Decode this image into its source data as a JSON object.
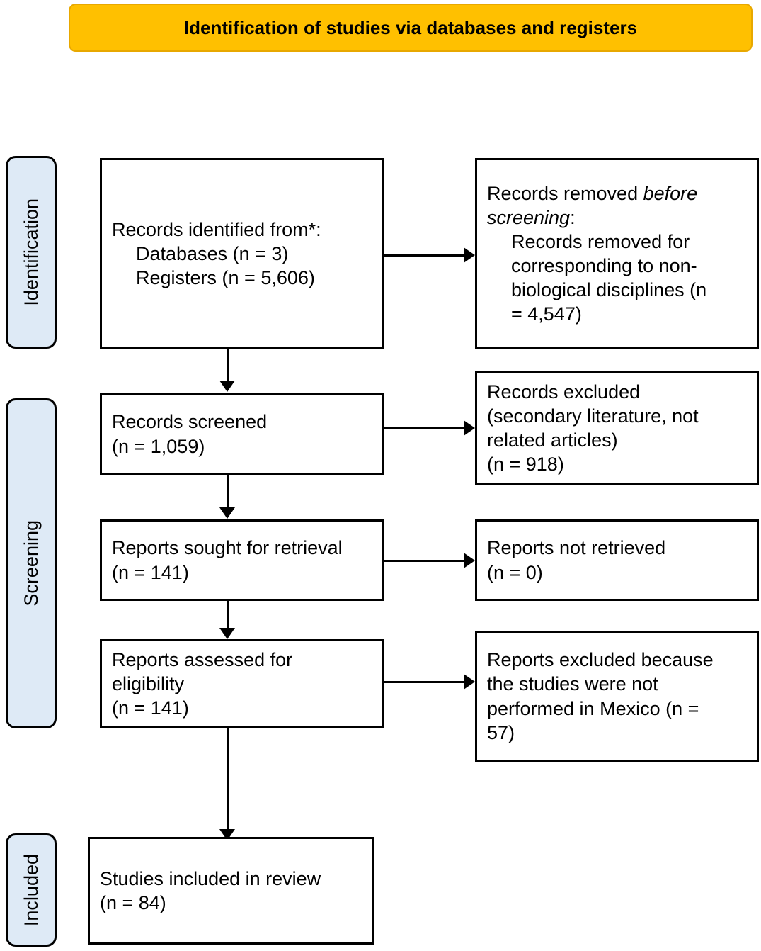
{
  "header": {
    "title": "Identification of studies via databases and registers",
    "background_color": "#FFC000"
  },
  "phases": {
    "identification": "Identification",
    "screening": "Screening",
    "included": "Included",
    "background_color": "#DEEAF6"
  },
  "boxes": {
    "records_identified": {
      "line1": "Records identified from*:",
      "line2": "Databases (n = 3)",
      "line3": "Registers (n = 5,606)"
    },
    "records_removed": {
      "line1_prefix": "Records removed ",
      "line1_italic": "before",
      "line2_italic": "screening",
      "line2_suffix": ":",
      "line3": "Records removed for",
      "line4": "corresponding to non-",
      "line5": "biological disciplines (n",
      "line6": "= 4,547)"
    },
    "records_screened": {
      "line1": "Records screened",
      "line2": "(n = 1,059)"
    },
    "records_excluded": {
      "line1": "Records excluded",
      "line2": "(secondary literature, not",
      "line3": "related articles)",
      "line4": "(n = 918)"
    },
    "reports_sought": {
      "line1": "Reports sought for retrieval",
      "line2": "(n = 141)"
    },
    "reports_not_retrieved": {
      "line1": "Reports not retrieved",
      "line2": "(n = 0)"
    },
    "reports_assessed": {
      "line1": "Reports assessed for",
      "line2": "eligibility",
      "line3": "(n = 141)"
    },
    "reports_excluded": {
      "line1": "Reports excluded because",
      "line2": "the studies were not",
      "line3": "performed in Mexico (n =",
      "line4": "57)"
    },
    "studies_included": {
      "line1": "Studies included in review",
      "line2": "(n = 84)"
    }
  },
  "chart_data": {
    "type": "diagram",
    "title": "Identification of studies via databases and registers",
    "phases": [
      "Identification",
      "Screening",
      "Included"
    ],
    "nodes": [
      {
        "id": "records_identified",
        "phase": "Identification",
        "label": "Records identified from*: Databases (n = 3) Registers (n = 5,606)",
        "counts": {
          "databases": 3,
          "registers": 5606
        }
      },
      {
        "id": "records_removed",
        "phase": "Identification",
        "label": "Records removed before screening: Records removed for corresponding to non-biological disciplines (n = 4,547)",
        "counts": {
          "removed": 4547
        }
      },
      {
        "id": "records_screened",
        "phase": "Screening",
        "label": "Records screened (n = 1,059)",
        "counts": {
          "n": 1059
        }
      },
      {
        "id": "records_excluded",
        "phase": "Screening",
        "label": "Records excluded (secondary literature, not related articles) (n = 918)",
        "counts": {
          "n": 918
        }
      },
      {
        "id": "reports_sought",
        "phase": "Screening",
        "label": "Reports sought for retrieval (n = 141)",
        "counts": {
          "n": 141
        }
      },
      {
        "id": "reports_not_retrieved",
        "phase": "Screening",
        "label": "Reports not retrieved (n = 0)",
        "counts": {
          "n": 0
        }
      },
      {
        "id": "reports_assessed",
        "phase": "Screening",
        "label": "Reports assessed for eligibility (n = 141)",
        "counts": {
          "n": 141
        }
      },
      {
        "id": "reports_excluded",
        "phase": "Screening",
        "label": "Reports excluded because the studies were not performed in Mexico (n = 57)",
        "counts": {
          "n": 57
        }
      },
      {
        "id": "studies_included",
        "phase": "Included",
        "label": "Studies included in review (n = 84)",
        "counts": {
          "n": 84
        }
      }
    ],
    "edges": [
      {
        "from": "records_identified",
        "to": "records_removed",
        "direction": "right"
      },
      {
        "from": "records_identified",
        "to": "records_screened",
        "direction": "down"
      },
      {
        "from": "records_screened",
        "to": "records_excluded",
        "direction": "right"
      },
      {
        "from": "records_screened",
        "to": "reports_sought",
        "direction": "down"
      },
      {
        "from": "reports_sought",
        "to": "reports_not_retrieved",
        "direction": "right"
      },
      {
        "from": "reports_sought",
        "to": "reports_assessed",
        "direction": "down"
      },
      {
        "from": "reports_assessed",
        "to": "reports_excluded",
        "direction": "right"
      },
      {
        "from": "reports_assessed",
        "to": "studies_included",
        "direction": "down"
      }
    ]
  }
}
